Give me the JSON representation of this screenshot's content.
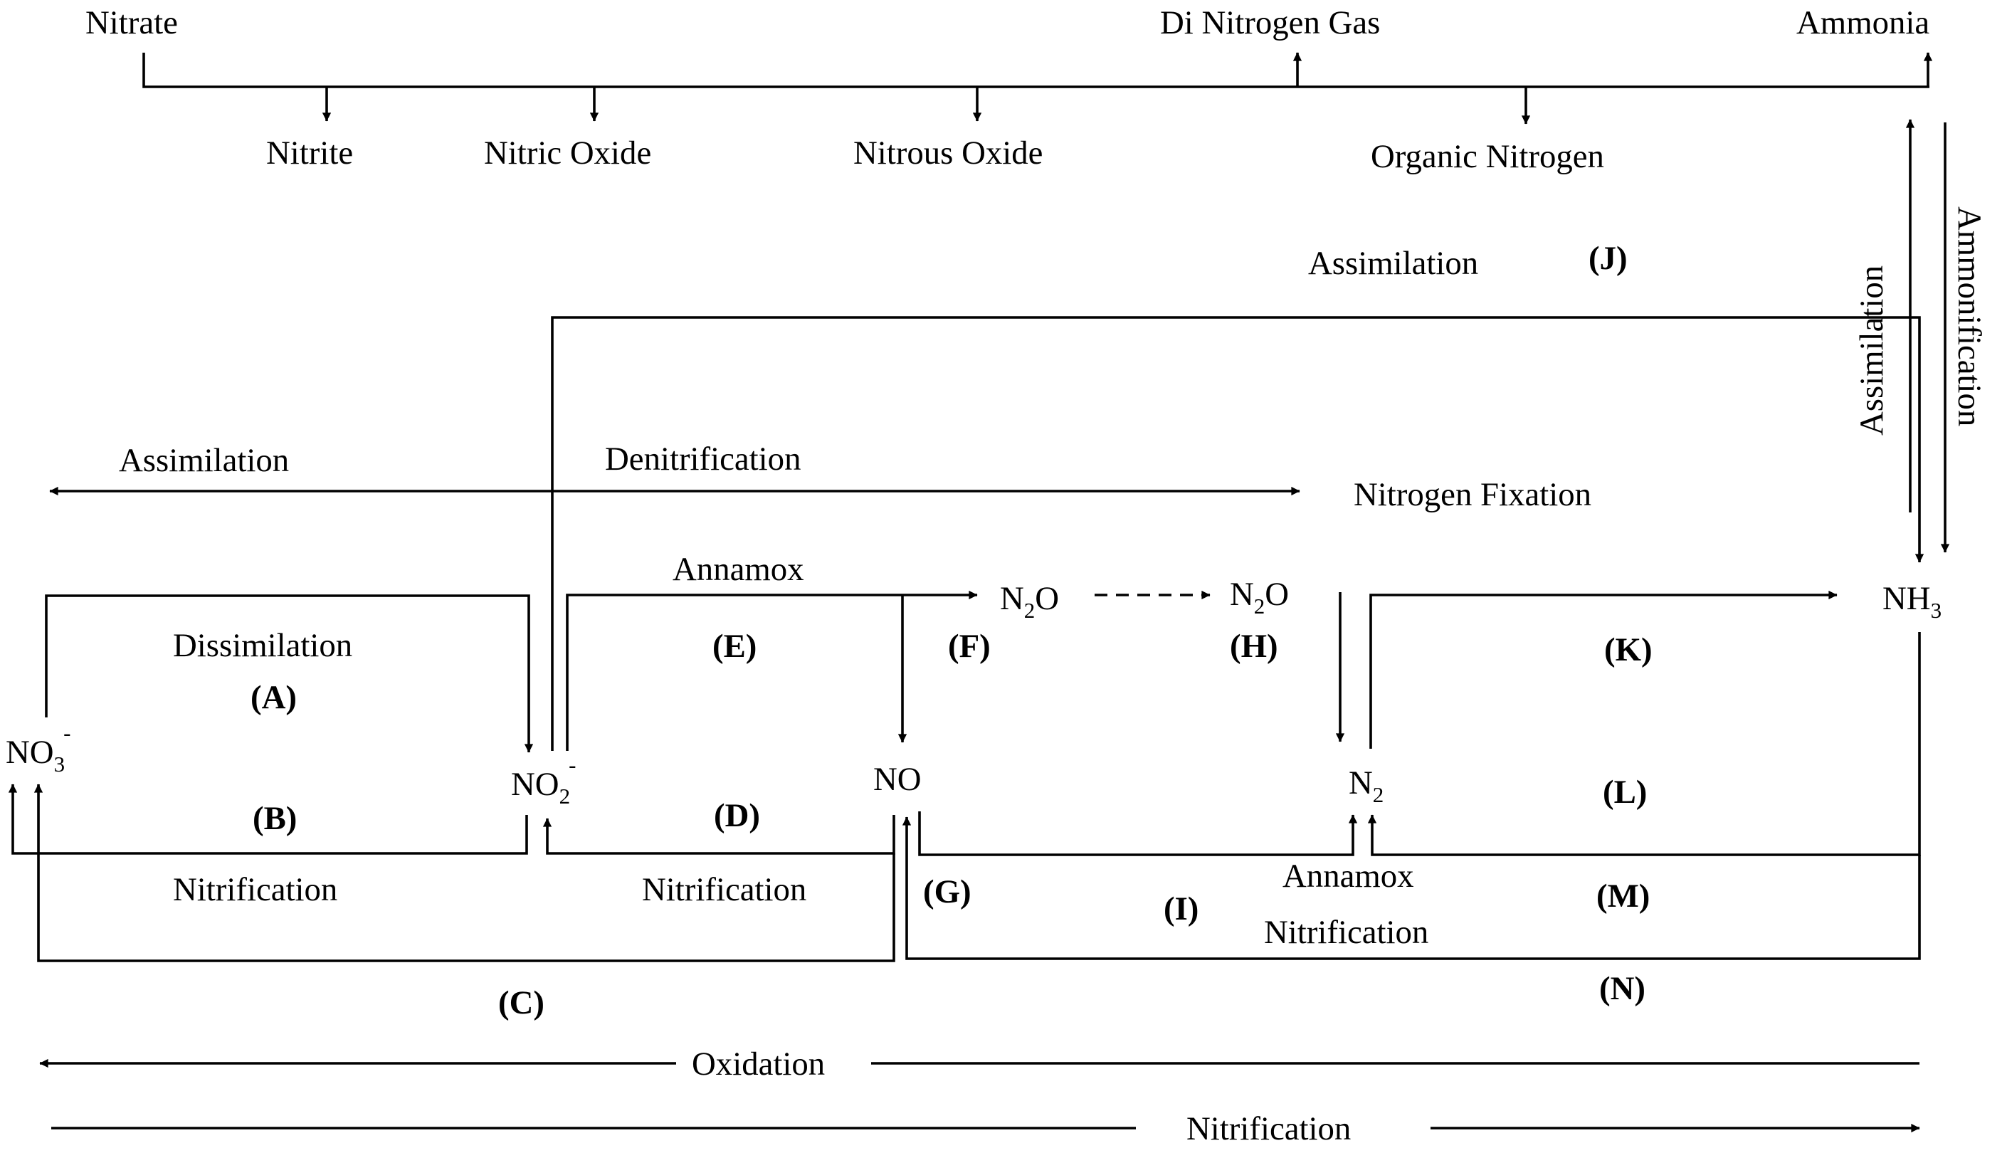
{
  "legend": {
    "nitrate": "Nitrate",
    "nitrite": "Nitrite",
    "nitric_oxide": "Nitric Oxide",
    "nitrous_oxide": "Nitrous Oxide",
    "dinitrogen_gas": "Di Nitrogen Gas",
    "organic_nitrogen": "Organic Nitrogen",
    "ammonia": "Ammonia"
  },
  "process_labels": {
    "assimilation_top": "Assimilation",
    "assimilation_left": "Assimilation",
    "denitrification": "Denitrification",
    "nitrogen_fixation": "Nitrogen Fixation",
    "annamox_top": "Annamox",
    "dissimilation": "Dissimilation",
    "nitrification_b": "Nitrification",
    "nitrification_d": "Nitrification",
    "annamox_bottom": "Annamox",
    "nitrification_mid": "Nitrification",
    "oxidation": "Oxidation",
    "nitrification_bottom": "Nitrification",
    "assimilation_vertical": "Assimilation",
    "ammonification_vertical": "Ammonification"
  },
  "species": {
    "no3": {
      "base": "NO",
      "sub": "3",
      "sup": "-"
    },
    "no2": {
      "base": "NO",
      "sub": "2",
      "sup": "-"
    },
    "no": "NO",
    "n2o_f": {
      "base": "N",
      "sub": "2",
      "tail": "O"
    },
    "n2o_h": {
      "base": "N",
      "sub": "2",
      "tail": "O"
    },
    "n2": {
      "base": "N",
      "sub": "2"
    },
    "nh3": {
      "base": "NH",
      "sub": "3"
    }
  },
  "step_tags": {
    "a": "(A)",
    "b": "(B)",
    "c": "(C)",
    "d": "(D)",
    "e": "(E)",
    "f": "(F)",
    "g": "(G)",
    "h": "(H)",
    "i": "(I)",
    "j": "(J)",
    "k": "(K)",
    "l": "(L)",
    "m": "(M)",
    "n": "(N)"
  }
}
